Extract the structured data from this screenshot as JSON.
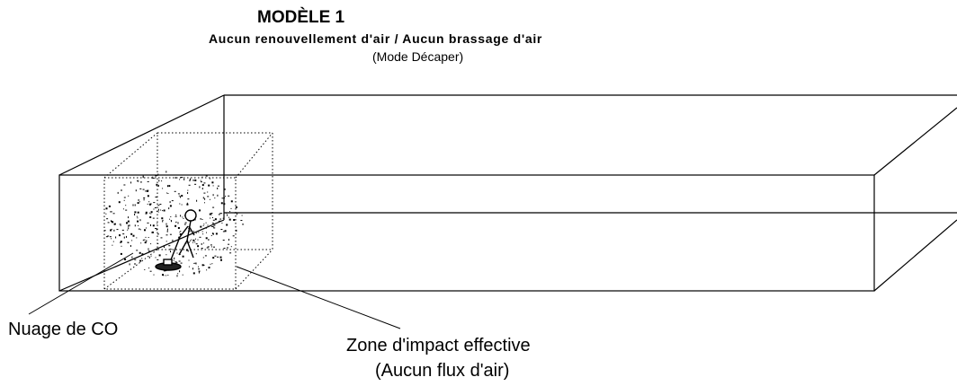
{
  "title": {
    "main": "MODÈLE 1",
    "subtitle": "Aucun renouvellement d'air / Aucun brassage d'air",
    "mode": "(Mode Décaper)"
  },
  "labels": {
    "co_cloud": "Nuage de CO",
    "impact_zone_line1": "Zone d'impact effective",
    "impact_zone_line2": "(Aucun flux d'air)"
  }
}
